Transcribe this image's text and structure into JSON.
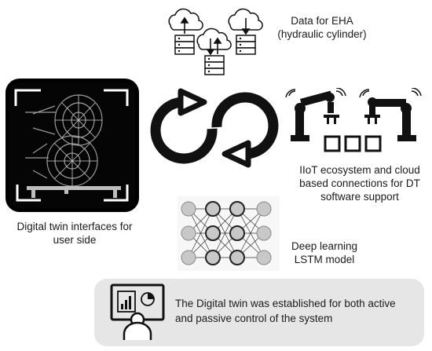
{
  "labels": {
    "eha": "Data for EHA\n(hydraulic cylinder)",
    "iiot": "IIoT ecosystem and cloud based connections for DT software support",
    "twin_interfaces": "Digital twin interfaces for user side",
    "deep_learning": "Deep learning LSTM model",
    "banner": "The Digital twin was established for both active and passive control of the system"
  },
  "icons": {
    "clouds": "cloud-database-icon",
    "robots": "robotic-arm-icon",
    "neural_net": "neural-network-icon",
    "cycle": "cycle-arrows-icon",
    "engine": "jet-engine-icon",
    "user": "monitor-user-icon"
  },
  "colors": {
    "panel_bg": "#000000",
    "banner_bg": "#e6e6e6",
    "node_fill": "#c8c8c8",
    "stroke": "#111111"
  }
}
